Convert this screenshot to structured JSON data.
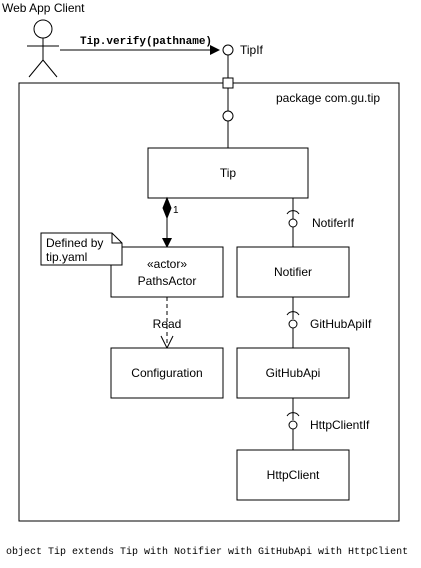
{
  "actor": {
    "label": "Web App Client"
  },
  "call": {
    "label": "Tip.verify(pathname)"
  },
  "interfaces": {
    "tip": "TipIf",
    "notifier": "NotiferIf",
    "github": "GitHubApiIf",
    "http": "HttpClientIf"
  },
  "package": {
    "label": "package com.gu.tip"
  },
  "components": {
    "tip": "Tip",
    "paths_actor_stereotype": "«actor»",
    "paths_actor": "PathsActor",
    "notifier": "Notifier",
    "configuration": "Configuration",
    "github_api": "GitHubApi",
    "http_client": "HttpClient"
  },
  "note": {
    "line1": "Defined by",
    "line2": "tip.yaml"
  },
  "relations": {
    "composition_multiplicity": "1",
    "read": "Read"
  },
  "footer": {
    "code": "object Tip extends Tip with Notifier with GitHubApi with HttpClient"
  }
}
